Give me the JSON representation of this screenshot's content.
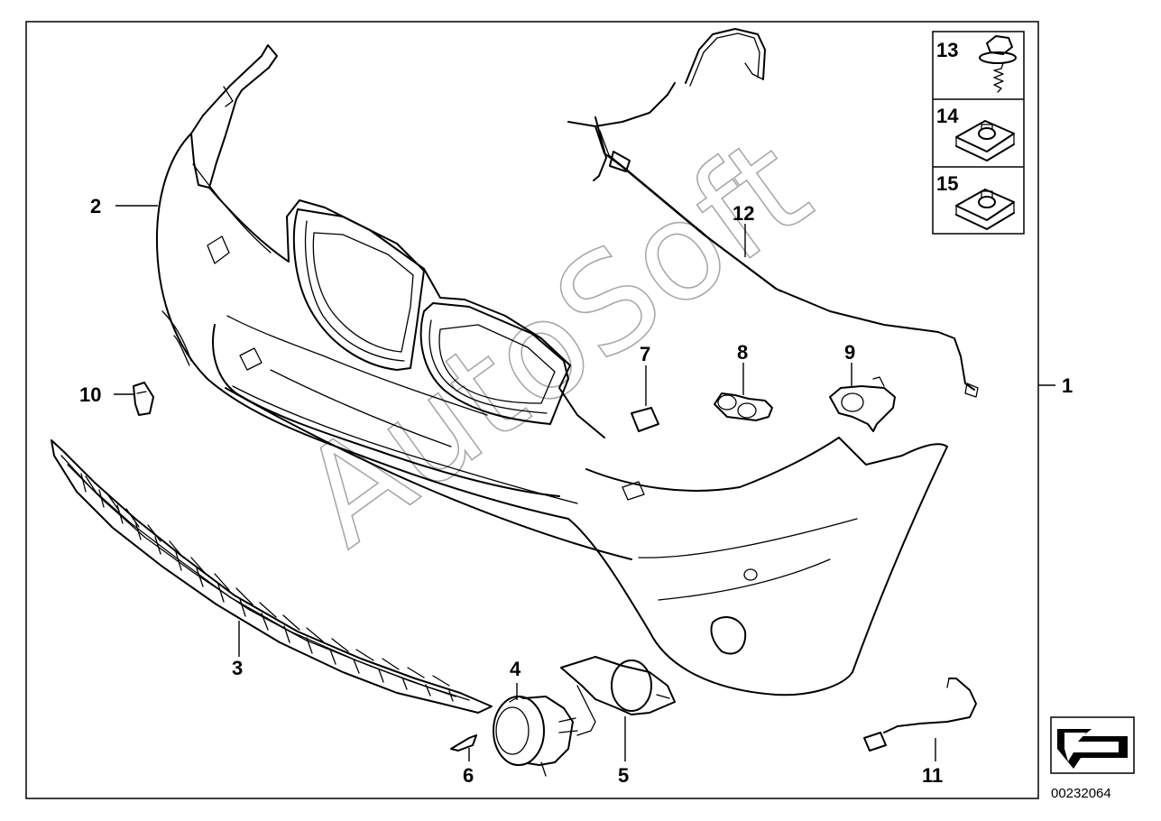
{
  "callouts": [
    {
      "id": "2",
      "label": "2"
    },
    {
      "id": "10",
      "label": "10"
    },
    {
      "id": "3",
      "label": "3"
    },
    {
      "id": "4",
      "label": "4"
    },
    {
      "id": "5",
      "label": "5"
    },
    {
      "id": "6",
      "label": "6"
    },
    {
      "id": "7",
      "label": "7"
    },
    {
      "id": "8",
      "label": "8"
    },
    {
      "id": "9",
      "label": "9"
    },
    {
      "id": "11",
      "label": "11"
    },
    {
      "id": "12",
      "label": "12"
    },
    {
      "id": "1",
      "label": "1"
    }
  ],
  "hardware_panel": [
    {
      "label": "13",
      "icon": "bolt-with-washer-icon"
    },
    {
      "label": "14",
      "icon": "spring-nut-clip-icon"
    },
    {
      "label": "15",
      "icon": "spring-nut-clip-icon"
    }
  ],
  "watermark": "AutoSoft",
  "document_number": "00232064",
  "nav_icon": "direction-arrow-icon"
}
